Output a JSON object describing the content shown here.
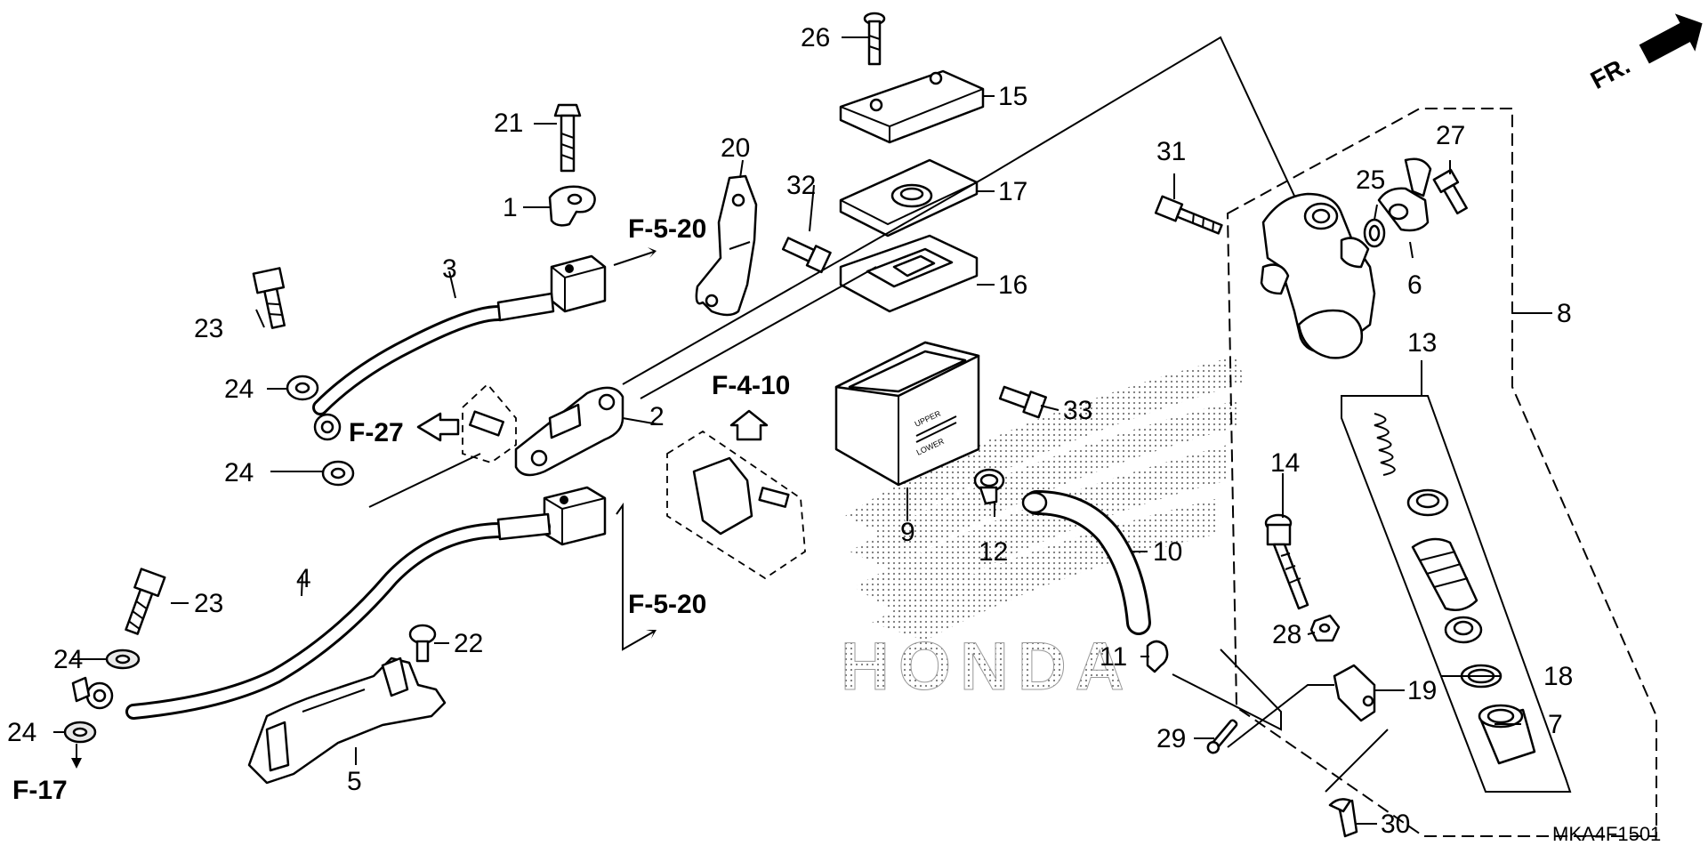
{
  "diagram_code": "MKA4F1501",
  "front_indicator": "FR.",
  "logo_text": "HONDA",
  "reservoir_text": {
    "upper": "UPPER",
    "lower": "LOWER"
  },
  "part_numbers": {
    "p1": "1",
    "p2": "2",
    "p3": "3",
    "p4": "4",
    "p5": "5",
    "p6": "6",
    "p7": "7",
    "p8": "8",
    "p9": "9",
    "p10": "10",
    "p11": "11",
    "p12": "12",
    "p13": "13",
    "p14": "14",
    "p15": "15",
    "p16": "16",
    "p17": "17",
    "p18": "18",
    "p19": "19",
    "p20": "20",
    "p21": "21",
    "p22": "22",
    "p23a": "23",
    "p23b": "23",
    "p24a": "24",
    "p24b": "24",
    "p24c": "24",
    "p24d": "24",
    "p25": "25",
    "p26": "26",
    "p27": "27",
    "p28": "28",
    "p29": "29",
    "p30": "30",
    "p31": "31",
    "p32": "32",
    "p33": "33"
  },
  "section_refs": {
    "f520_top": "F-5-20",
    "f520_bottom": "F-5-20",
    "f27": "F-27",
    "f410": "F-4-10",
    "f17": "F-17"
  }
}
